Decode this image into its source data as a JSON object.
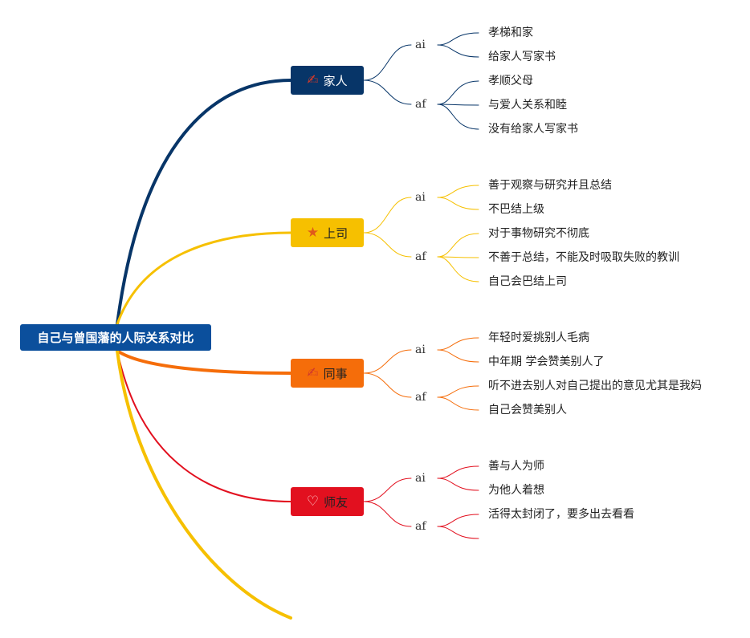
{
  "root": {
    "label": "自己与曾国藩的人际关系对比",
    "color": "#0b4f9c"
  },
  "branches": [
    {
      "label": "家人",
      "icon": "✍",
      "icon_name": "pen-icon",
      "color": "#073568",
      "text_color": "#ffffff",
      "groups": [
        {
          "label": "ai",
          "items": [
            "孝梯和家",
            "给家人写家书"
          ]
        },
        {
          "label": "af",
          "items": [
            "孝顺父母",
            "与爱人关系和睦",
            "没有给家人写家书"
          ]
        }
      ]
    },
    {
      "label": "上司",
      "icon": "★",
      "icon_name": "star-icon",
      "color": "#f6c000",
      "text_color": "#222222",
      "groups": [
        {
          "label": "ai",
          "items": [
            "善于观察与研究并且总结",
            "不巴结上级"
          ]
        },
        {
          "label": "af",
          "items": [
            "对于事物研究不彻底",
            "不善于总结，不能及时吸取失败的教训",
            "自己会巴结上司"
          ]
        }
      ]
    },
    {
      "label": "同事",
      "icon": "✍",
      "icon_name": "pen-icon",
      "color": "#f56d0a",
      "text_color": "#222222",
      "groups": [
        {
          "label": "ai",
          "items": [
            "年轻时爱挑别人毛病",
            "中年期 学会赞美别人了"
          ]
        },
        {
          "label": "af",
          "items": [
            "听不进去别人对自己提出的意见尤其是我妈",
            "自己会赞美别人"
          ]
        }
      ]
    },
    {
      "label": "师友",
      "icon": "♡",
      "icon_name": "heart-icon",
      "color": "#e2101f",
      "text_color": "#222222",
      "groups": [
        {
          "label": "ai",
          "items": [
            "善与人为师",
            "为他人着想"
          ]
        },
        {
          "label": "af",
          "items": [
            "活得太封闭了，要多出去看看",
            ""
          ]
        }
      ]
    }
  ],
  "extra_branch_color": "#f6c000"
}
